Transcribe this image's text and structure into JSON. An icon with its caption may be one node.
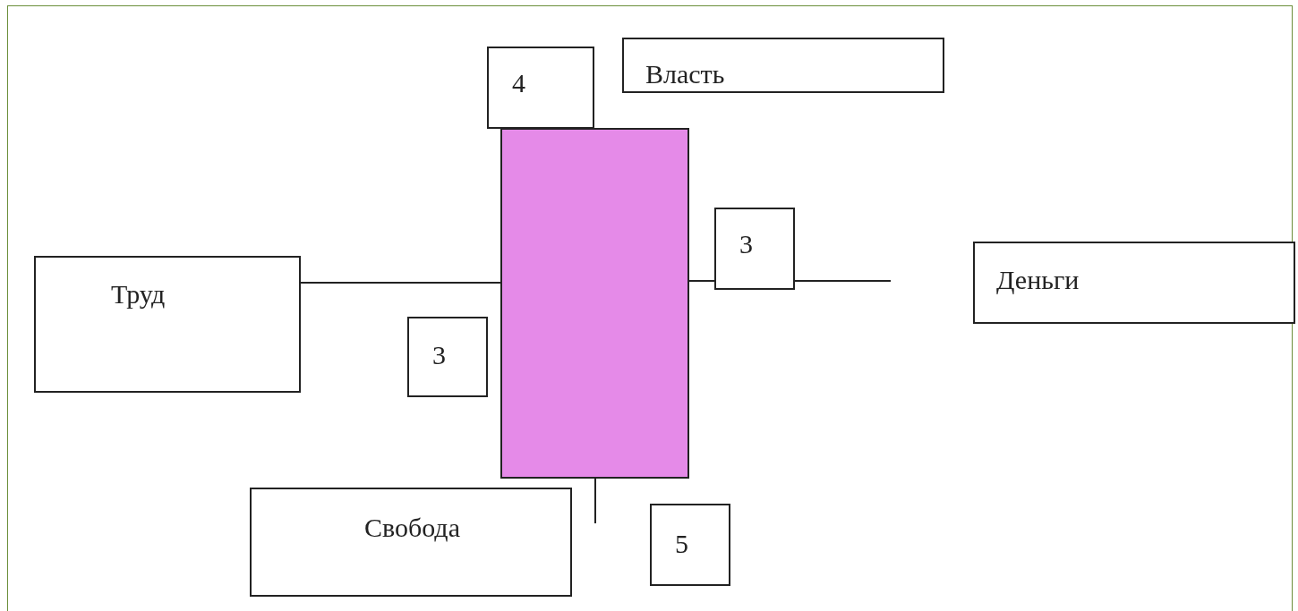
{
  "diagram": {
    "nodes": [
      {
        "text": [
          "4"
        ]
      },
      {
        "text": [
          "Власть"
        ]
      },
      {
        "text": [],
        "shape": "box"
      },
      {
        "text": [
          "3"
        ]
      },
      {
        "text": [
          "Труд"
        ]
      },
      {
        "text": [
          "Деньги"
        ]
      },
      {
        "text": [
          "3"
        ]
      },
      {
        "text": [
          "Свобода"
        ]
      },
      {
        "text": [
          "5"
        ]
      }
    ],
    "edges": [
      {
        "from": 4,
        "to": 2,
        "arrow": "none"
      },
      {
        "from": 2,
        "to": 3,
        "arrow": "none"
      },
      {
        "from": 3,
        "to": null,
        "arrow": "none"
      },
      {
        "from": 2,
        "to": null,
        "arrow": "none"
      }
    ]
  }
}
